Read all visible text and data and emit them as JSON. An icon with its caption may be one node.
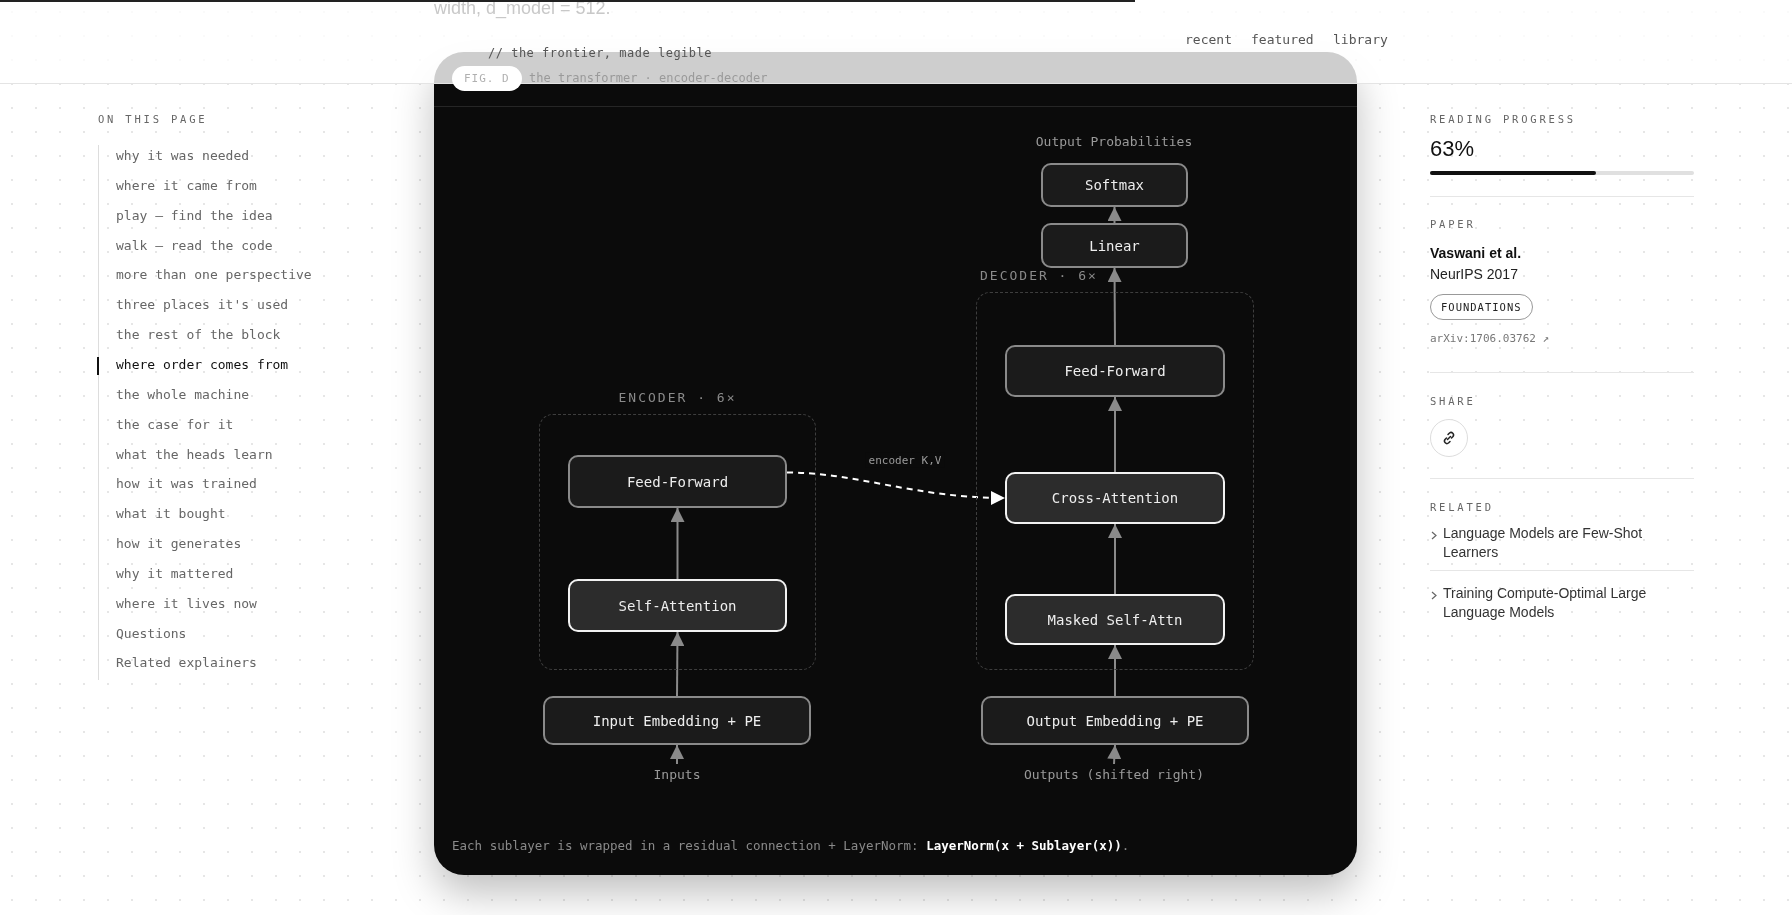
{
  "diagram": {
    "title": "the transformer · encoder-decoder",
    "caption": "Each sublayer is wrapped in a residual connection + LayerNorm: **LayerNorm(x + Sublayer(x))**.",
    "nodes": [
      {
        "text": [
          "ENCODER · 6×"
        ]
      },
      {
        "text": [
          "Feed-Forward"
        ],
        "in": 0
      },
      {
        "text": [
          "Self-Attention"
        ],
        "in": 0
      },
      {
        "text": [
          "Input Embedding + PE"
        ]
      },
      {
        "text": [
          "Inputs"
        ]
      },
      {
        "text": [
          "DECODER · 6×"
        ]
      },
      {
        "text": [
          "Feed-Forward"
        ],
        "in": 5
      },
      {
        "text": [
          "Cross-Attention"
        ],
        "in": 5
      },
      {
        "text": [
          "Masked Self-Attn"
        ],
        "in": 5
      },
      {
        "text": [
          "Output Embedding + PE"
        ]
      },
      {
        "text": [
          "Outputs (shifted right)"
        ]
      },
      {
        "text": [
          "Linear"
        ]
      },
      {
        "text": [
          "Softmax"
        ]
      }
    ],
    "edges": [
      {
        "from": 4,
        "to": 3,
        "arrow": "to"
      },
      {
        "from": 3,
        "to": 2,
        "arrow": "to"
      },
      {
        "from": 2,
        "to": 1,
        "arrow": "to"
      },
      {
        "from": 1,
        "to": 7,
        "arrow": "to",
        "label": "encoder K,V",
        "style": "dashed",
        "color": "#ffffff"
      },
      {
        "from": 10,
        "to": 9,
        "arrow": "to"
      },
      {
        "from": 9,
        "to": 8,
        "arrow": "to"
      },
      {
        "from": 8,
        "to": 7,
        "arrow": "to"
      },
      {
        "from": 7,
        "to": 6,
        "arrow": "to"
      },
      {
        "from": 6,
        "to": 11,
        "arrow": "to"
      },
      {
        "from": 11,
        "to": 12,
        "arrow": "to"
      }
    ],
    "labels": [
      "width, d_model = 512.",
      "// the frontier, made legible",
      "recent",
      "featured",
      "library",
      "FIG. D",
      "ON THIS PAGE",
      "why it was needed",
      "where it came from",
      "play — find the idea",
      "walk — read the code",
      "more than one perspective",
      "three places it's used",
      "the rest of the block",
      "where order comes from",
      "the whole machine",
      "the case for it",
      "what the heads learn",
      "how it was trained",
      "what it bought",
      "how it generates",
      "why it mattered",
      "where it lives now",
      "Questions",
      "Related explainers",
      "Output Probabilities",
      "READING PROGRESS",
      "63%",
      "PAPER",
      "Vaswani et al.",
      "NeurIPS 2017",
      "FOUNDATIONS",
      "arXiv:1706.03762 ↗",
      "SHARE",
      "RELATED",
      "Language Models are Few-Shot Learners",
      "Training Compute-Optimal Large Language Models"
    ]
  }
}
